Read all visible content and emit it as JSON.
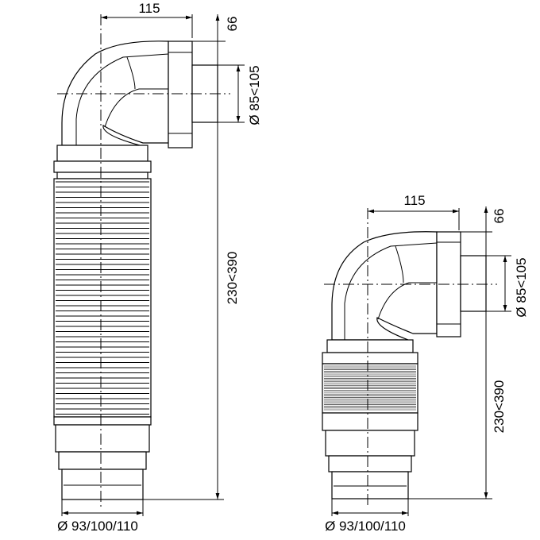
{
  "drawings": [
    {
      "name": "extended",
      "horizontal_offset": "115",
      "flange_depth": "66",
      "outlet_diameter": "Ø 85<105",
      "length_range": "230<390",
      "inlet_diameter": "Ø 93/100/110"
    },
    {
      "name": "compressed",
      "horizontal_offset": "115",
      "flange_depth": "66",
      "outlet_diameter": "Ø 85<105",
      "length_range": "230<390",
      "inlet_diameter": "Ø 93/100/110"
    }
  ]
}
